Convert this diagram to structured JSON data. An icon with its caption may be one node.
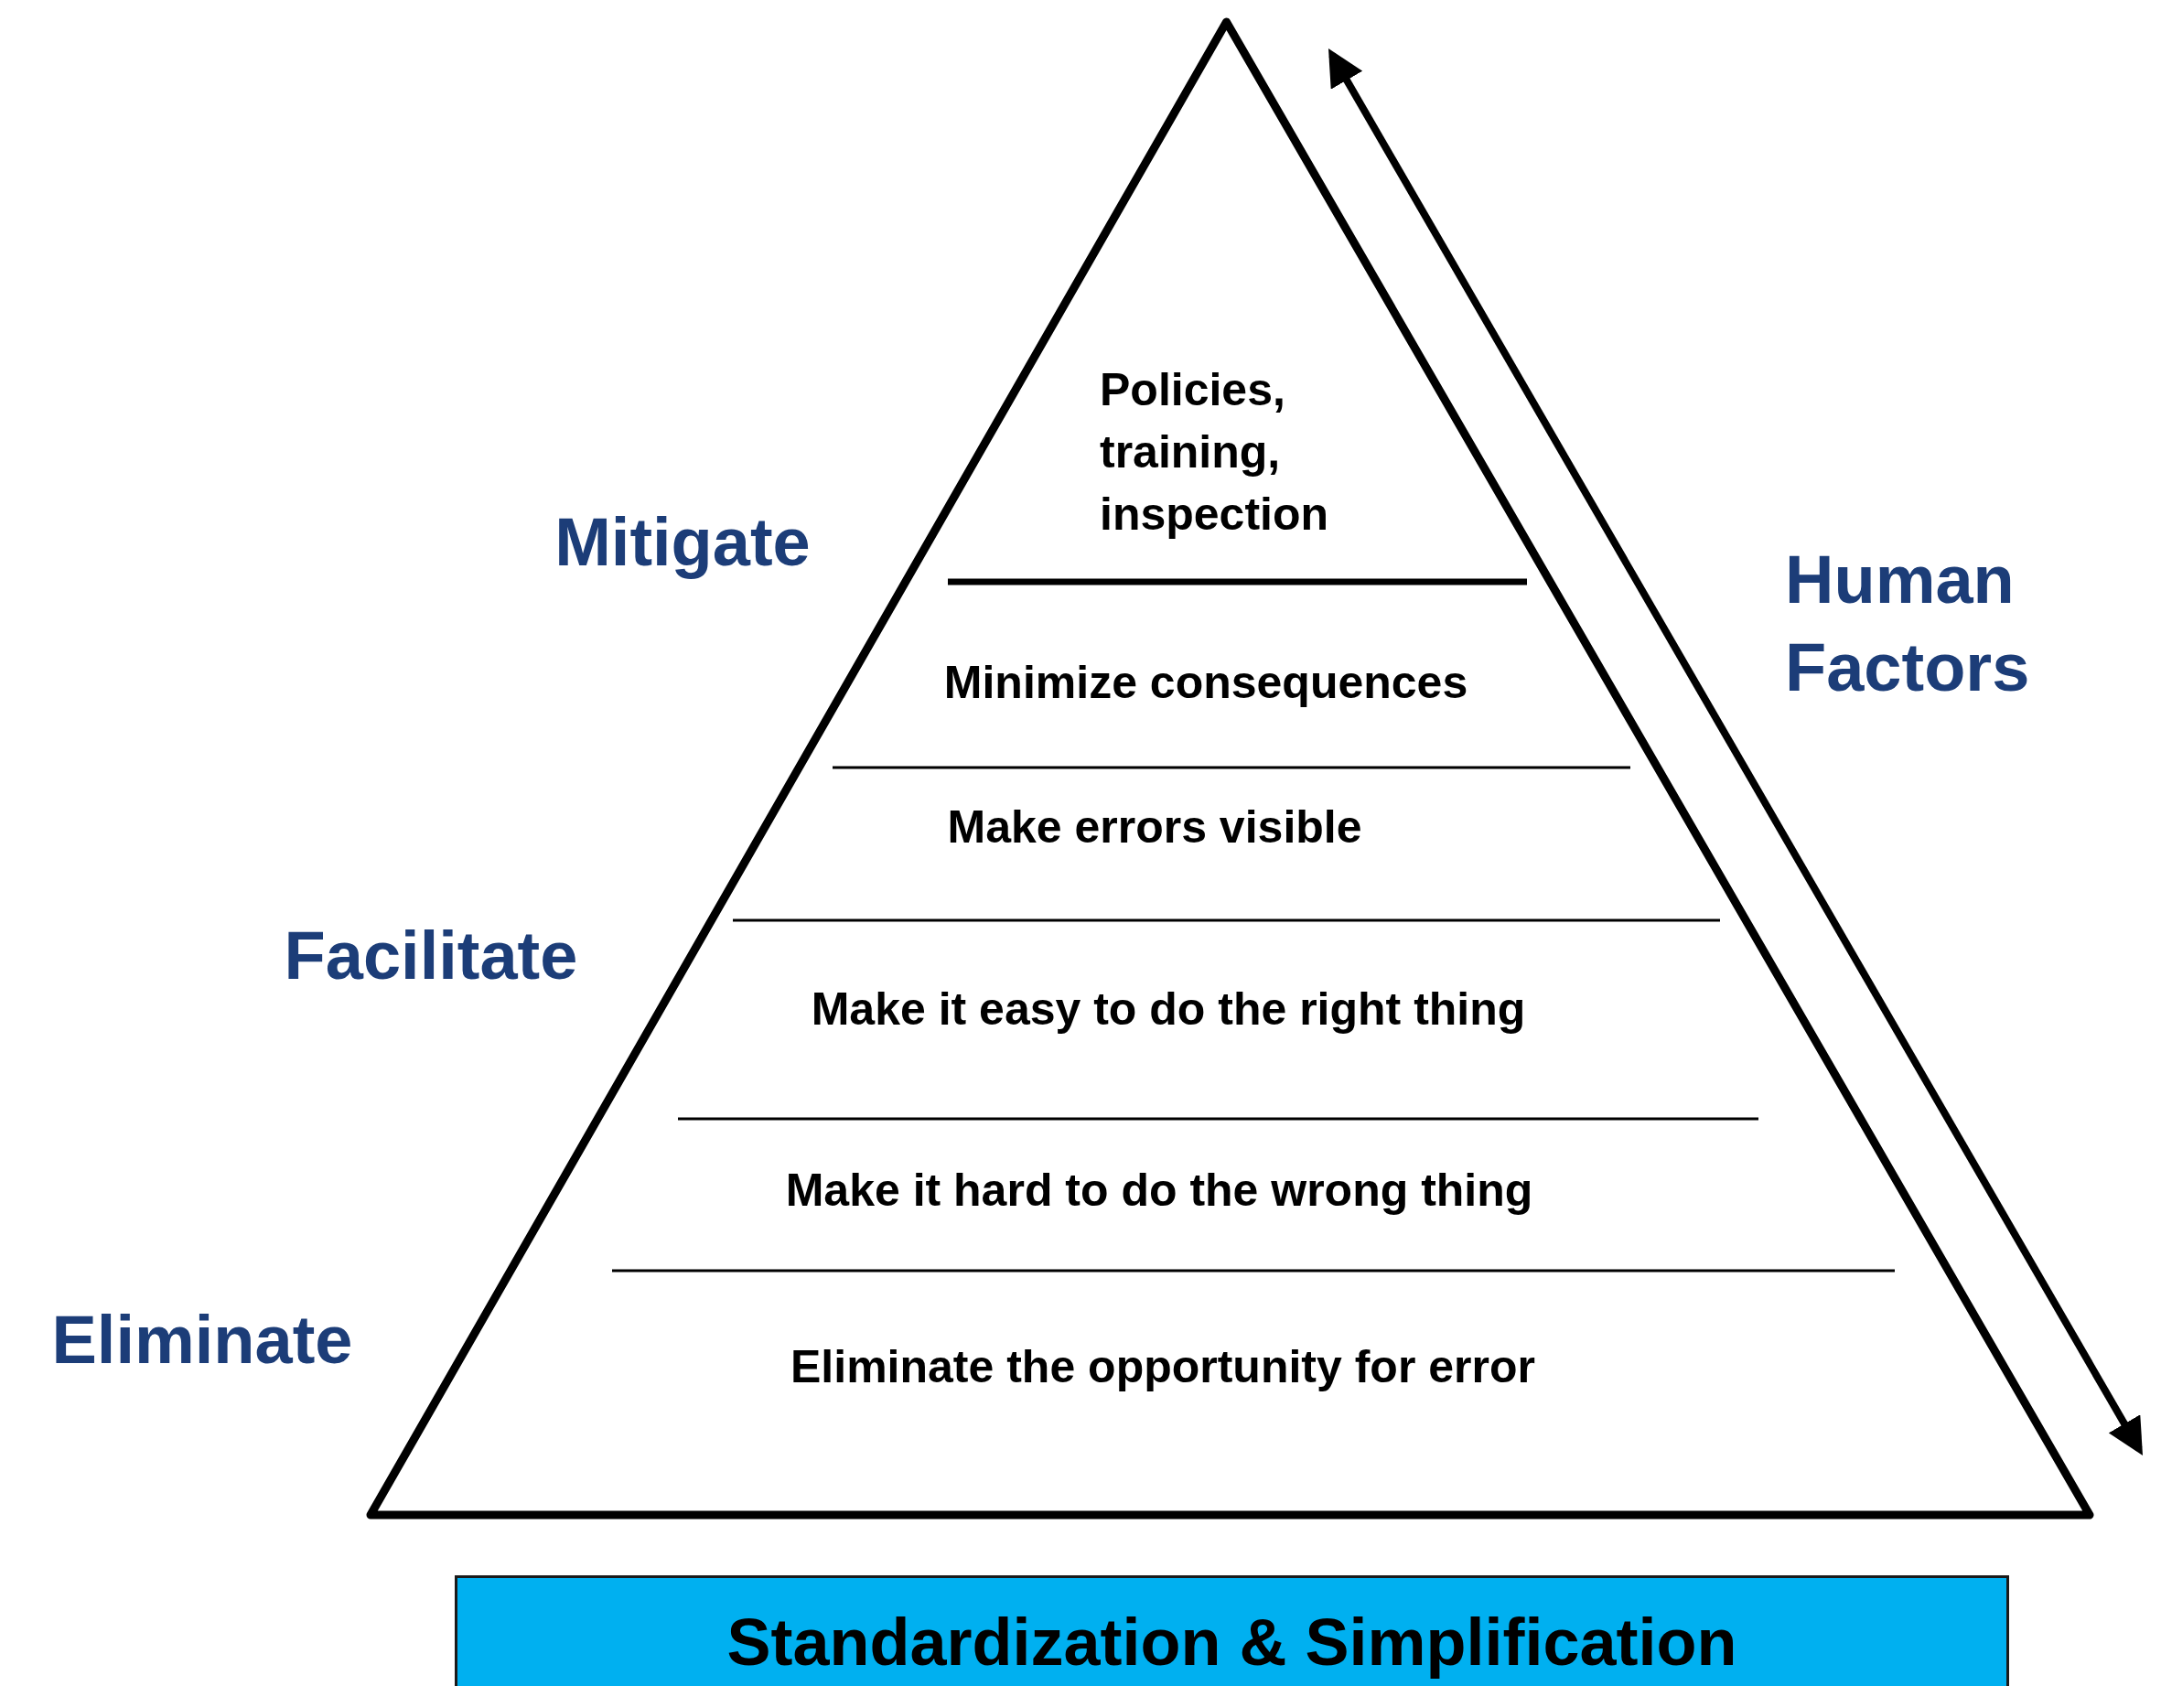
{
  "diagram": {
    "nodes": [
      {
        "text": [],
        "shape": "triangle"
      },
      {
        "text": [
          "Policies, training, inspection"
        ],
        "in": 0
      },
      {
        "text": [
          "Minimize consequences"
        ],
        "in": 0
      },
      {
        "text": [
          "Make errors visible"
        ],
        "in": 0
      },
      {
        "text": [
          "Make it easy to do the right thing"
        ],
        "in": 0
      },
      {
        "text": [
          "Make it hard to do the wrong thing"
        ],
        "in": 0
      },
      {
        "text": [
          "Eliminate the opportunity for error"
        ],
        "in": 0
      },
      {
        "text": [
          "Standardization & Simplification"
        ]
      }
    ],
    "labels": [
      "Mitigate",
      "Facilitate",
      "Eliminate",
      "Human Factors"
    ]
  }
}
